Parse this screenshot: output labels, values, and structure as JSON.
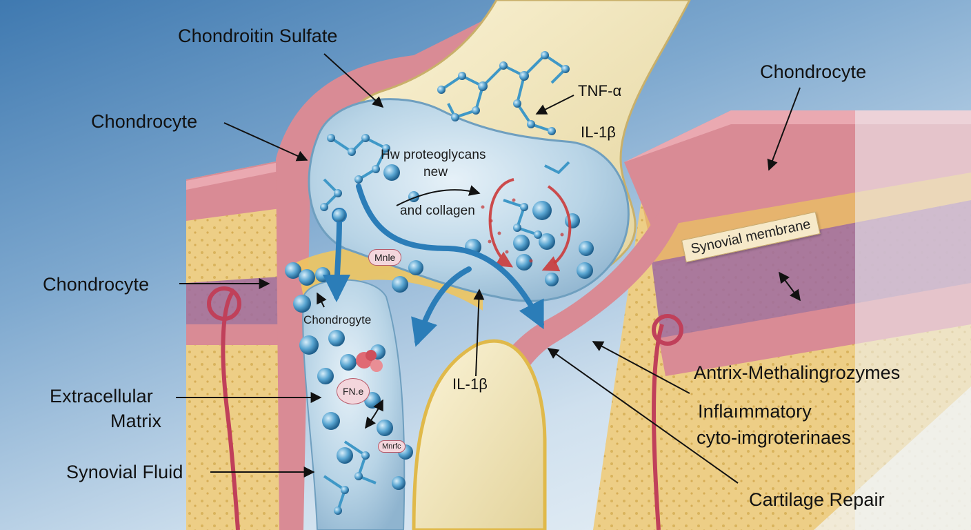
{
  "labels": {
    "chondroitin_sulfate": "Chondroitin Sulfate",
    "chondrocyte_top_left": "Chondrocyte",
    "chondrocyte_mid_left": "Chondrocyte",
    "chondrocyte_top_right": "Chondrocyte",
    "chondrocyte_inner": "Chondrogyte",
    "tnf_alpha": "TNF-α",
    "il1b_top": "IL-1β",
    "il1b_bottom": "IL-1β",
    "proteoglycans_line1": "Hw proteoglycans",
    "proteoglycans_line2": "new",
    "collagen": "and collagen",
    "mmp_badge": "Mnle",
    "fn_badge": "FN.e",
    "small_badge": "Mnrfc",
    "synovial_membrane": "Synovial membrane",
    "extracellular_line1": "Extracellular",
    "extracellular_line2": "Matrix",
    "synovial_fluid": "Synovial Fluid",
    "antrix": "Antrix-Methalingrozymes",
    "inflammatory_line1": "Inflaımmatory",
    "inflammatory_line2": "cyto-imgroterinaes",
    "cartilage_repair": "Cartilage Repair"
  },
  "colors": {
    "background_top": "#3f79b0",
    "background_bottom": "#eef4f8",
    "bone": "#f3e9c4",
    "cartilage": "#b8d4e6",
    "synovium": "#d98b95",
    "marrow": "#ecc97a",
    "molecule": "#3f98c7",
    "arrow_blue": "#2b7db8",
    "circular_arrow": "#cc3b3b"
  }
}
